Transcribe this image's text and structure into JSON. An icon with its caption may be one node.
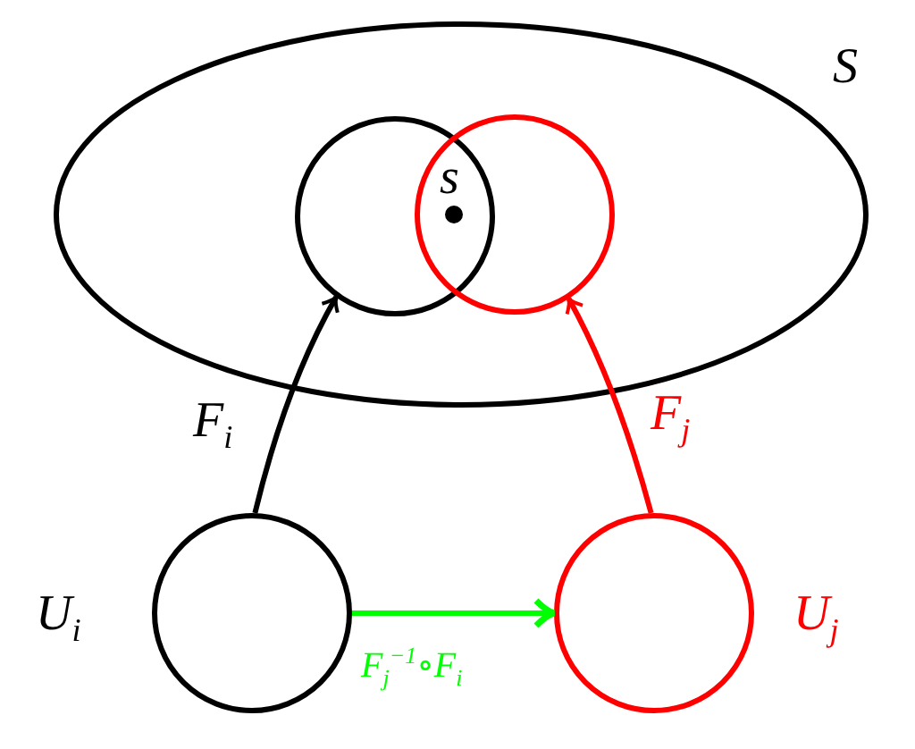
{
  "diagram": {
    "nodes": [
      {
        "text": [
          "S"
        ]
      },
      {
        "text": [],
        "shape": "circle",
        "in": 0
      },
      {
        "text": [],
        "shape": "circle",
        "in": 0
      },
      {
        "text": [],
        "shape": "circle",
        "beside": [
          "U$_{i}$"
        ]
      },
      {
        "text": [],
        "shape": "circle",
        "beside": [
          "U$_{j}$"
        ]
      }
    ],
    "edges": [
      {
        "from": 3,
        "to": 1,
        "arrow": "to",
        "label": "F$_{i}$",
        "color": "#000000"
      },
      {
        "from": 4,
        "to": 2,
        "arrow": "to",
        "label": "F$_{j}$",
        "color": "#ff0000"
      },
      {
        "from": 3,
        "to": 4,
        "arrow": "to",
        "label": "F$_{j}$$^{−1}$∘F$_{i}$",
        "color": "#00ff00"
      }
    ],
    "labels": [
      "s"
    ]
  }
}
